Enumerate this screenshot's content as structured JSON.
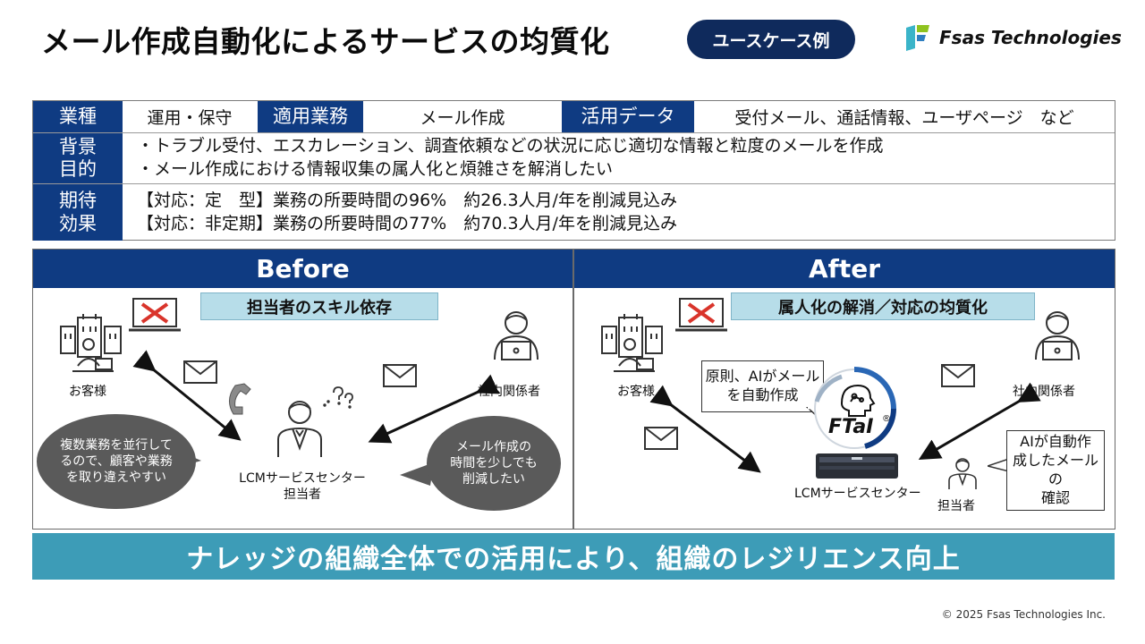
{
  "header": {
    "title": "メール作成自動化によるサービスの均質化",
    "badge": "ユースケース例",
    "logo_text": "Fsas Technologies"
  },
  "info": {
    "row1": {
      "industry_label": "業種",
      "industry_value": "運用・保守",
      "task_label": "適用業務",
      "task_value": "メール作成",
      "data_label": "活用データ",
      "data_value": "受付メール、通話情報、ユーザページ　など"
    },
    "row2": {
      "label_line1": "背景",
      "label_line2": "目的",
      "lines": [
        "・トラブル受付、エスカレーション、調査依頼などの状況に応じ適切な情報と粒度のメールを作成",
        "・メール作成における情報収集の属人化と煩雑さを解消したい"
      ]
    },
    "row3": {
      "label_line1": "期待",
      "label_line2": "効果",
      "lines": [
        "【対応：定　型】業務の所要時間の96%　約26.3人月/年を削減見込み",
        "【対応：非定期】業務の所要時間の77%　約70.3人月/年を削減見込み"
      ]
    }
  },
  "before": {
    "heading": "Before",
    "banner": "担当者のスキル依存",
    "customer_label": "お客様",
    "staff_label": "社内関係者",
    "agent_label_line1": "LCMサービスセンター",
    "agent_label_line2": "担当者",
    "left_bubble": [
      "複数業務を並行して",
      "るので、顧客や業務",
      "を取り違えやすい"
    ],
    "right_bubble": [
      "メール作成の",
      "時間を少しでも",
      "削減したい"
    ]
  },
  "after": {
    "heading": "After",
    "banner": "属人化の解消／対応の均質化",
    "customer_label": "お客様",
    "staff_label": "社内関係者",
    "center_label": "LCMサービスセンター",
    "person_label": "担当者",
    "ai_callout": [
      "原則、AIがメール",
      "を自動作成"
    ],
    "check_callout": [
      "AIが自動作",
      "成したメールの",
      "確認"
    ],
    "ftai_logo": "FTaI",
    "ftai_mark": "®"
  },
  "footer": {
    "band": "ナレッジの組織全体での活用により、組織のレジリエンス向上",
    "copyright": "© 2025 Fsas Technologies Inc."
  },
  "colors": {
    "navy": "#0f3b82",
    "badge": "#0f2a5c",
    "banner": "#b7dde9",
    "band": "#3d9cb7",
    "red_x": "#d9342b"
  }
}
